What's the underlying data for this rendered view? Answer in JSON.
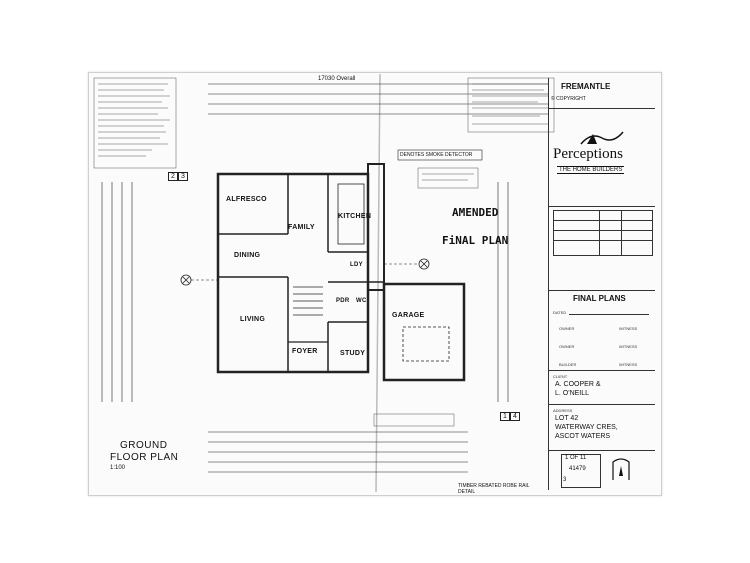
{
  "plan": {
    "title_line1": "GROUND",
    "title_line2": "FLOOR PLAN",
    "scale": "1:100",
    "overall_label": "17030 Overall",
    "stamp_amended": "AMENDED",
    "stamp_final": "FiNAL PLAN",
    "rooms": {
      "alfresco": "ALFRESCO",
      "family": "FAMILY",
      "kitchen": "KITCHEN",
      "dining": "DINING",
      "living": "LIVING",
      "foyer": "FOYER",
      "study": "STUDY",
      "garage": "GARAGE",
      "ldy": "LDY",
      "pdr": "PDR",
      "wc": "WC"
    },
    "notes": {
      "smoke": "DENOTES SMOKE DETECTOR",
      "rail": "TIMBER REBATED ROBE RAIL DETAIL"
    },
    "section_marks": [
      "2",
      "3",
      "1",
      "4"
    ]
  },
  "titleblock": {
    "region": "FREMANTLE",
    "copyright": "© COPYRIGHT",
    "brand": "Perceptions",
    "tagline": "THE HOME BUILDERS",
    "plans_heading": "FINAL PLANS",
    "dated_label": "DATED",
    "owners_label": "OWNER",
    "witness_label": "WITNESS",
    "builder_label": "BUILDER",
    "client_label": "CLIENT",
    "client_lines": [
      "A. COOPER &",
      "L. O'NEILL"
    ],
    "address_label": "ADDRESS",
    "address_lines": [
      "LOT 42",
      "WATERWAY CRES,",
      "ASCOT WATERS"
    ],
    "sheet": "1 OF 11",
    "job_no": "41479",
    "revision": "3"
  }
}
